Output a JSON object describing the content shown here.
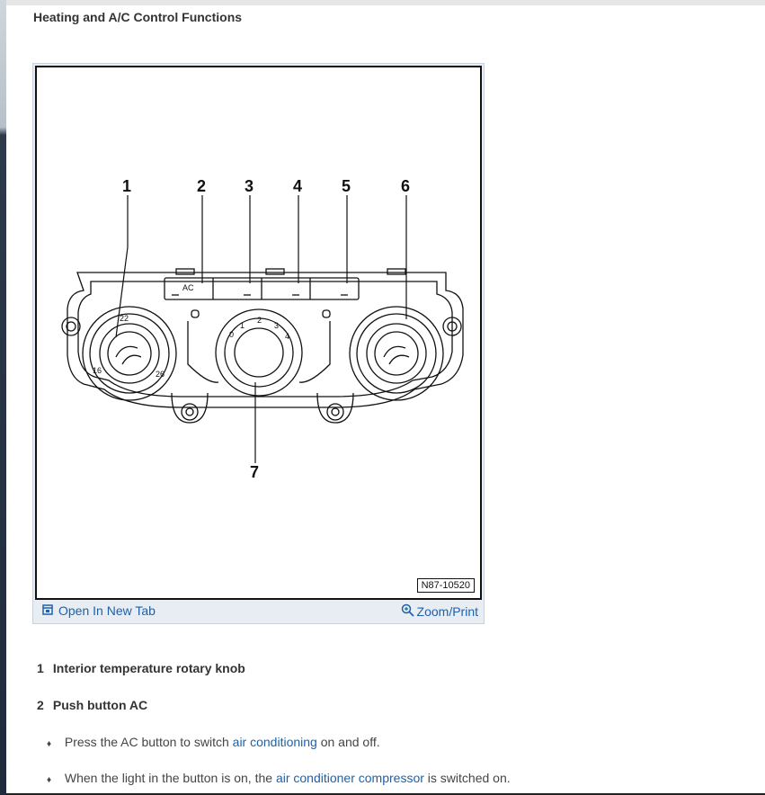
{
  "page": {
    "title": "Heating and A/C Control Functions"
  },
  "figure": {
    "callouts": [
      "1",
      "2",
      "3",
      "4",
      "5",
      "6",
      "7"
    ],
    "button_ac_label": "AC",
    "fan_scale": [
      "0",
      "1",
      "2",
      "3",
      "4"
    ],
    "temp_scale": [
      "22",
      "16",
      "26"
    ],
    "figure_id": "N87-10520",
    "open_tab_label": "Open In New Tab",
    "zoom_label": "Zoom/Print"
  },
  "items": [
    {
      "num": "1",
      "label": "Interior temperature rotary knob"
    },
    {
      "num": "2",
      "label": "Push button AC"
    }
  ],
  "bullets": [
    {
      "pre": "Press the AC button to switch ",
      "link": "air conditioning",
      "post": " on and off."
    },
    {
      "pre": "When the light in the button is on, the ",
      "link": "air conditioner compressor",
      "post": " is switched on."
    }
  ]
}
